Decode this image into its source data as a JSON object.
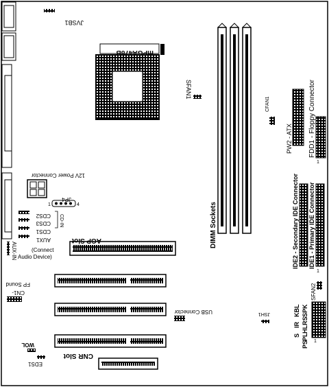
{
  "labels": {
    "jvsb1": "JVSB1",
    "cpu_socket": "mPGA478B",
    "sfan1": "SFAN1",
    "cfan1": "CFAN1",
    "pw2": "PW2 - ATX",
    "fdd1": "FDD1 - Floppy Connector",
    "power12v": "12V Power Connector",
    "jp4": "JP4",
    "jp4_pin1": "1",
    "jp4_pin4": "4",
    "cds2": "CDS2",
    "cds3": "CDS3",
    "cds1": "CDS1",
    "cd_in": "CD-IN",
    "aux1": "AUX1",
    "aux_in": "AUX-IN",
    "connect": "(Connect",
    "audio_device": "Audio Device)",
    "agp_slot": "AGP Slot",
    "dimm_sockets": "DIMM Sockets",
    "ide2": "IDE2 - Secondary IDE Connector",
    "ide1": "IDE1 - Primary IDE Connector",
    "fp_sound": "FP Sound",
    "cn1": "CN1-",
    "sfan2": "SFAN2",
    "kbl": "KBL",
    "ir": "IR",
    "s": "S",
    "ps": "PS",
    "pl": "PL",
    "hl": "HL",
    "rs": "RS",
    "spk": "SPK",
    "jsh1": "JSH1",
    "usb_connector": "USB Connector",
    "wol": "WOL",
    "eds1": "EDS1",
    "cnr_slot": "CNR Slot",
    "pin1": "1"
  }
}
